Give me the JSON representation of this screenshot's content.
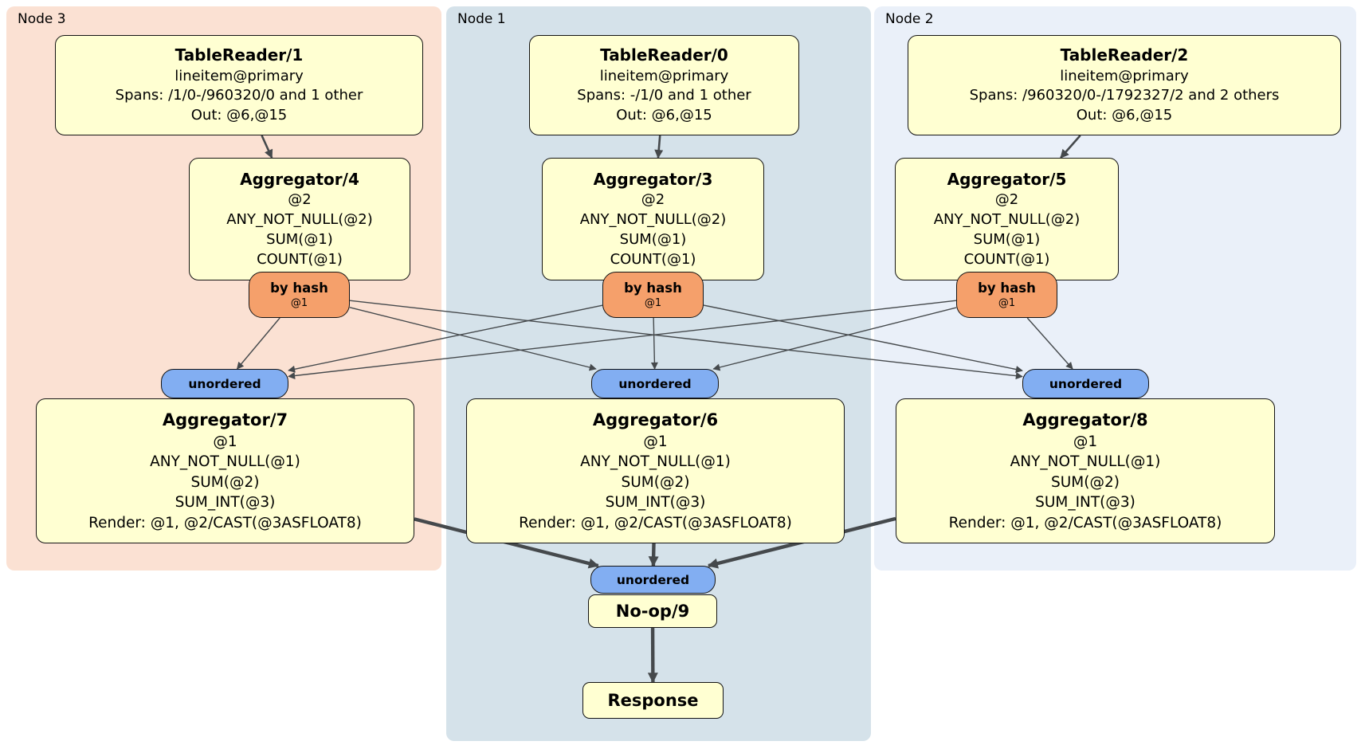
{
  "colors": {
    "panel-node3": "#fbe1d3",
    "panel-node1": "#d5e2ea",
    "panel-node2": "#eaf0f9",
    "node-fill": "#ffffd2",
    "router-fill": "#f5a06b",
    "sync-fill": "#82aef2",
    "edge": "#45494c"
  },
  "panels": [
    {
      "id": "node3",
      "label": "Node 3"
    },
    {
      "id": "node1",
      "label": "Node 1"
    },
    {
      "id": "node2",
      "label": "Node 2"
    }
  ],
  "nodes": {
    "tr1": {
      "title": "TableReader/1",
      "lines": [
        "lineitem@primary",
        "Spans: /1/0-/960320/0 and 1 other",
        "Out: @6,@15"
      ]
    },
    "tr0": {
      "title": "TableReader/0",
      "lines": [
        "lineitem@primary",
        "Spans: -/1/0 and 1 other",
        "Out: @6,@15"
      ]
    },
    "tr2": {
      "title": "TableReader/2",
      "lines": [
        "lineitem@primary",
        "Spans: /960320/0-/1792327/2 and 2 others",
        "Out: @6,@15"
      ]
    },
    "agg4": {
      "title": "Aggregator/4",
      "lines": [
        "@2",
        "ANY_NOT_NULL(@2)",
        "SUM(@1)",
        "COUNT(@1)"
      ]
    },
    "agg3": {
      "title": "Aggregator/3",
      "lines": [
        "@2",
        "ANY_NOT_NULL(@2)",
        "SUM(@1)",
        "COUNT(@1)"
      ]
    },
    "agg5": {
      "title": "Aggregator/5",
      "lines": [
        "@2",
        "ANY_NOT_NULL(@2)",
        "SUM(@1)",
        "COUNT(@1)"
      ]
    },
    "byhash4": {
      "title": "by hash",
      "sub": "@1"
    },
    "byhash3": {
      "title": "by hash",
      "sub": "@1"
    },
    "byhash5": {
      "title": "by hash",
      "sub": "@1"
    },
    "unord7": {
      "title": "unordered"
    },
    "unord6": {
      "title": "unordered"
    },
    "unord8": {
      "title": "unordered"
    },
    "agg7": {
      "title": "Aggregator/7",
      "lines": [
        "@1",
        "ANY_NOT_NULL(@1)",
        "SUM(@2)",
        "SUM_INT(@3)",
        "Render: @1, @2/CAST(@3ASFLOAT8)"
      ]
    },
    "agg6": {
      "title": "Aggregator/6",
      "lines": [
        "@1",
        "ANY_NOT_NULL(@1)",
        "SUM(@2)",
        "SUM_INT(@3)",
        "Render: @1, @2/CAST(@3ASFLOAT8)"
      ]
    },
    "agg8": {
      "title": "Aggregator/8",
      "lines": [
        "@1",
        "ANY_NOT_NULL(@1)",
        "SUM(@2)",
        "SUM_INT(@3)",
        "Render: @1, @2/CAST(@3ASFLOAT8)"
      ]
    },
    "unord9": {
      "title": "unordered"
    },
    "noop9": {
      "title": "No-op/9"
    },
    "response": {
      "title": "Response"
    }
  },
  "edges": [
    {
      "from": "tr1",
      "to": "agg4",
      "style": "medium"
    },
    {
      "from": "tr0",
      "to": "agg3",
      "style": "medium"
    },
    {
      "from": "tr2",
      "to": "agg5",
      "style": "medium"
    },
    {
      "from": "byhash4",
      "to": "unord7",
      "style": "thin"
    },
    {
      "from": "byhash4",
      "to": "unord6",
      "style": "thin"
    },
    {
      "from": "byhash4",
      "to": "unord8",
      "style": "thin"
    },
    {
      "from": "byhash3",
      "to": "unord7",
      "style": "thin"
    },
    {
      "from": "byhash3",
      "to": "unord6",
      "style": "thin"
    },
    {
      "from": "byhash3",
      "to": "unord8",
      "style": "thin"
    },
    {
      "from": "byhash5",
      "to": "unord7",
      "style": "thin"
    },
    {
      "from": "byhash5",
      "to": "unord6",
      "style": "thin"
    },
    {
      "from": "byhash5",
      "to": "unord8",
      "style": "thin"
    },
    {
      "from": "agg7",
      "to": "unord9",
      "style": "thick"
    },
    {
      "from": "agg6",
      "to": "unord9",
      "style": "thick"
    },
    {
      "from": "agg8",
      "to": "unord9",
      "style": "thick"
    },
    {
      "from": "noop9",
      "to": "response",
      "style": "thick"
    }
  ]
}
